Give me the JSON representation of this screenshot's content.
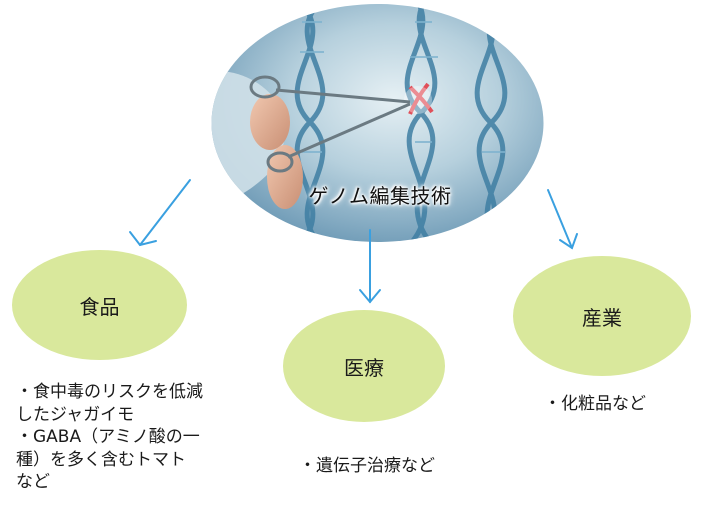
{
  "hub": {
    "label": "ゲノム編集技術"
  },
  "nodes": {
    "food": {
      "label": "食品"
    },
    "medical": {
      "label": "医療"
    },
    "industry": {
      "label": "産業"
    }
  },
  "descriptions": {
    "food": [
      "・食中毒のリスクを低減",
      "したジャガイモ",
      "・GABA（アミノ酸の一",
      "種）を多く含むトマト",
      "など"
    ],
    "medical": [
      "・遺伝子治療など"
    ],
    "industry": [
      "・化粧品など"
    ]
  },
  "colors": {
    "node_fill": "#d9e89c",
    "arrow": "#3aa0e0",
    "hub_background": "#9fc3d6"
  },
  "icons": {
    "hub_image": "dna-scissors-image"
  }
}
